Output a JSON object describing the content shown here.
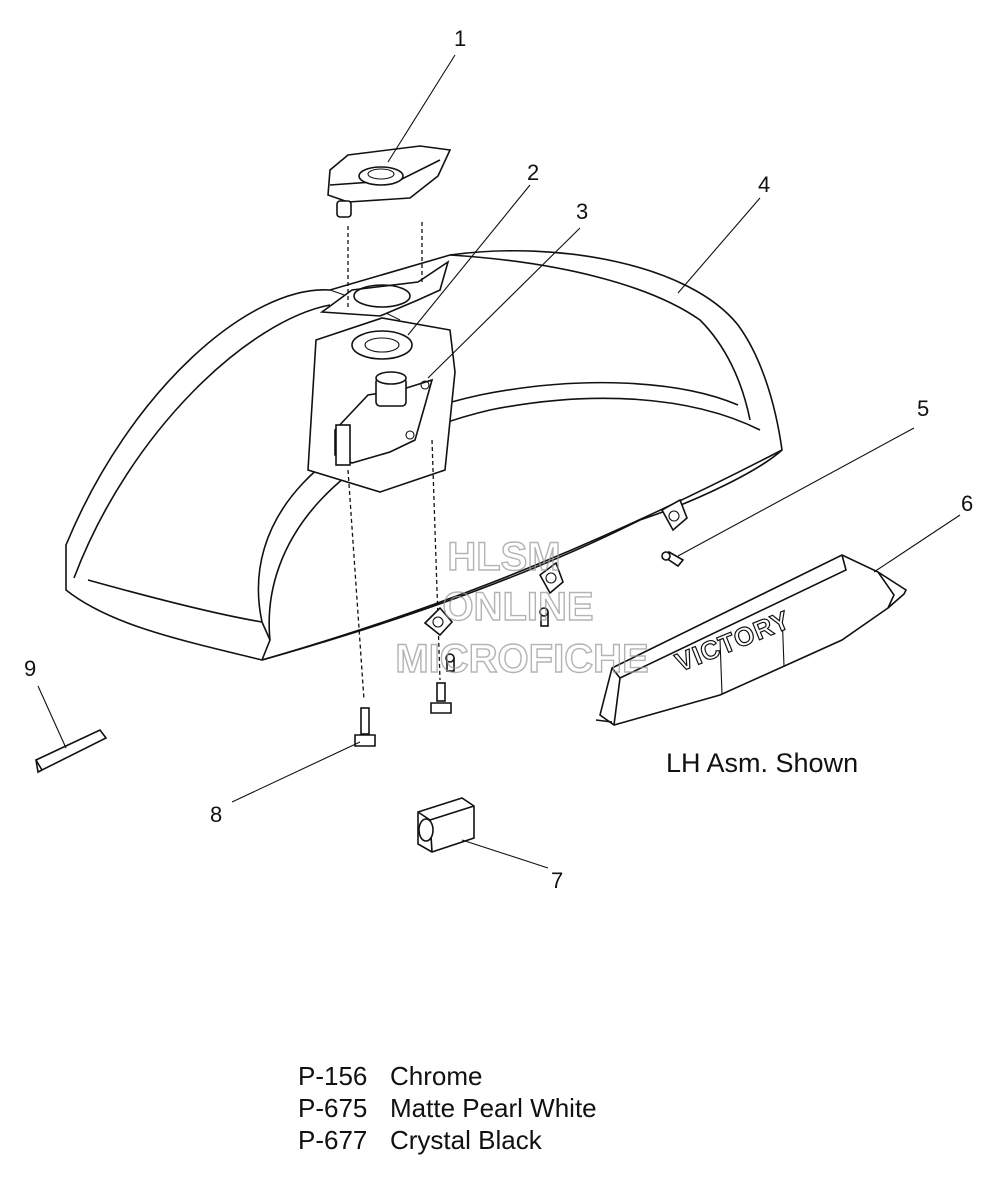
{
  "callouts": [
    "1",
    "2",
    "3",
    "4",
    "5",
    "6",
    "7",
    "8",
    "9"
  ],
  "note": "LH Asm. Shown",
  "emblem_text": "VICTORY",
  "watermark": [
    "HLSM",
    "ONLINE",
    "MICROFICHE"
  ],
  "color_options": [
    {
      "code": "P-156",
      "name": "Chrome"
    },
    {
      "code": "P-675",
      "name": "Matte Pearl White"
    },
    {
      "code": "P-677",
      "name": "Crystal Black"
    }
  ],
  "colors": {
    "ink": "#111111",
    "watermark": "#9a9a9a",
    "background": "#ffffff"
  }
}
